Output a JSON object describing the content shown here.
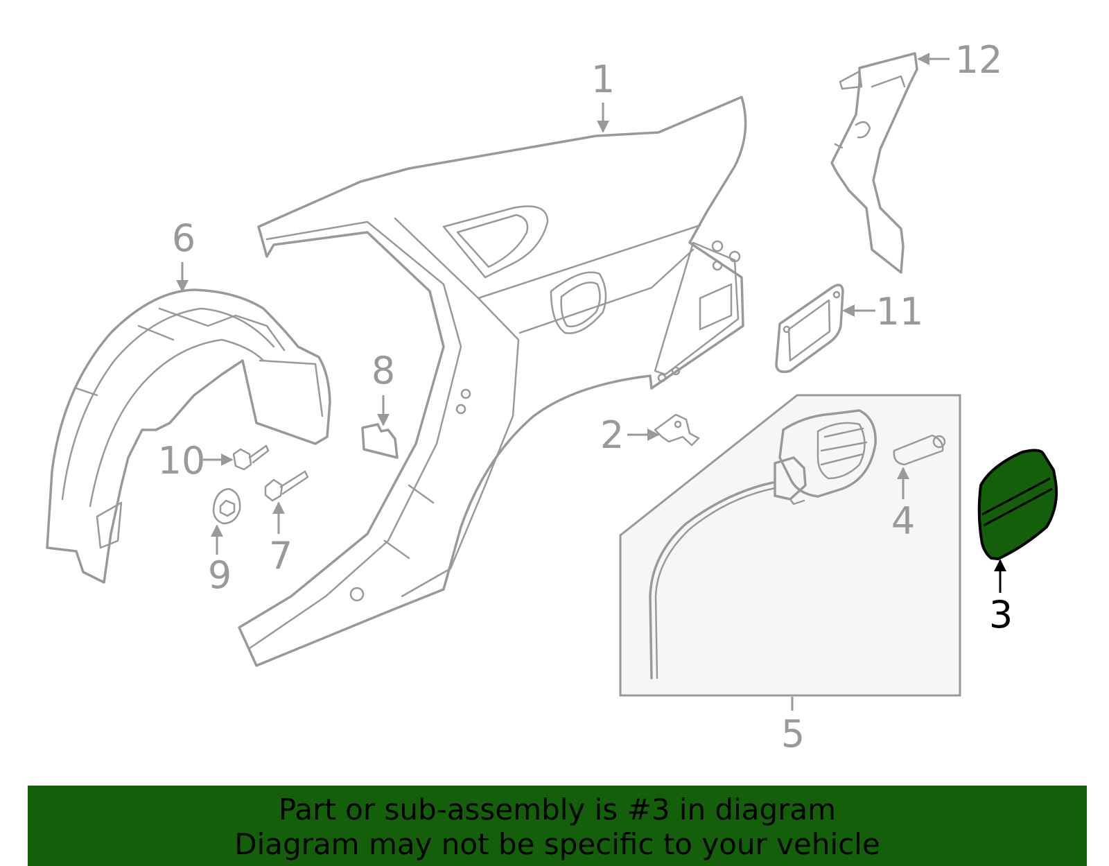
{
  "diagram": {
    "callouts": [
      {
        "id": "1",
        "highlighted": false
      },
      {
        "id": "2",
        "highlighted": false
      },
      {
        "id": "3",
        "highlighted": true
      },
      {
        "id": "4",
        "highlighted": false
      },
      {
        "id": "5",
        "highlighted": false
      },
      {
        "id": "6",
        "highlighted": false
      },
      {
        "id": "7",
        "highlighted": false
      },
      {
        "id": "8",
        "highlighted": false
      },
      {
        "id": "9",
        "highlighted": false
      },
      {
        "id": "10",
        "highlighted": false
      },
      {
        "id": "11",
        "highlighted": false
      },
      {
        "id": "12",
        "highlighted": false
      }
    ],
    "highlighted_part": "3",
    "colors": {
      "line_art": "#999999",
      "highlight_fill": "#14600a",
      "highlight_stroke": "#000000",
      "box_fill": "#f6f6f6"
    }
  },
  "banner": {
    "line1": "Part or sub-assembly is #3 in diagram",
    "line2": "Diagram may not be specific to your vehicle",
    "background": "#14600a"
  }
}
